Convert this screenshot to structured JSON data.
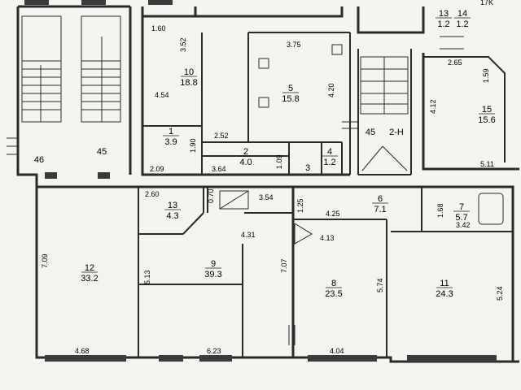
{
  "plan": {
    "top_corner_text": "17K",
    "rooms": [
      {
        "num": "46",
        "area": ""
      },
      {
        "num": "45",
        "area": ""
      },
      {
        "num": "10",
        "area": "18.8"
      },
      {
        "num": "5",
        "area": "15.8"
      },
      {
        "num": "1",
        "area": "3.9"
      },
      {
        "num": "2",
        "area": "4.0"
      },
      {
        "num": "3",
        "area": ""
      },
      {
        "num": "4",
        "area": "1.2"
      },
      {
        "num": "45",
        "area": ""
      },
      {
        "num": "2-H",
        "area": ""
      },
      {
        "num": "15",
        "area": "15.6"
      },
      {
        "num": "13",
        "area": "1.2"
      },
      {
        "num": "14",
        "area": "1.2"
      },
      {
        "num": "13",
        "area": "4.3"
      },
      {
        "num": "6",
        "area": "7.1"
      },
      {
        "num": "7",
        "area": "5.7"
      },
      {
        "num": "12",
        "area": "33.2"
      },
      {
        "num": "9",
        "area": "39.3"
      },
      {
        "num": "8",
        "area": "23.5"
      },
      {
        "num": "11",
        "area": "24.3"
      }
    ],
    "dimensions": [
      "1.60",
      "3.52",
      "4.54",
      "3.75",
      "4.20",
      "2.52",
      "1.90",
      "2.09",
      "3.64",
      "1.09",
      "2.65",
      "1.59",
      "4.12",
      "5.11",
      "2.60",
      "0.70",
      "3.54",
      "1.25",
      "4.25",
      "1.68",
      "3.42",
      "7.09",
      "5.13",
      "4.31",
      "7.07",
      "4.13",
      "5.74",
      "5.24",
      "4.68",
      "6.23",
      "4.04"
    ]
  }
}
